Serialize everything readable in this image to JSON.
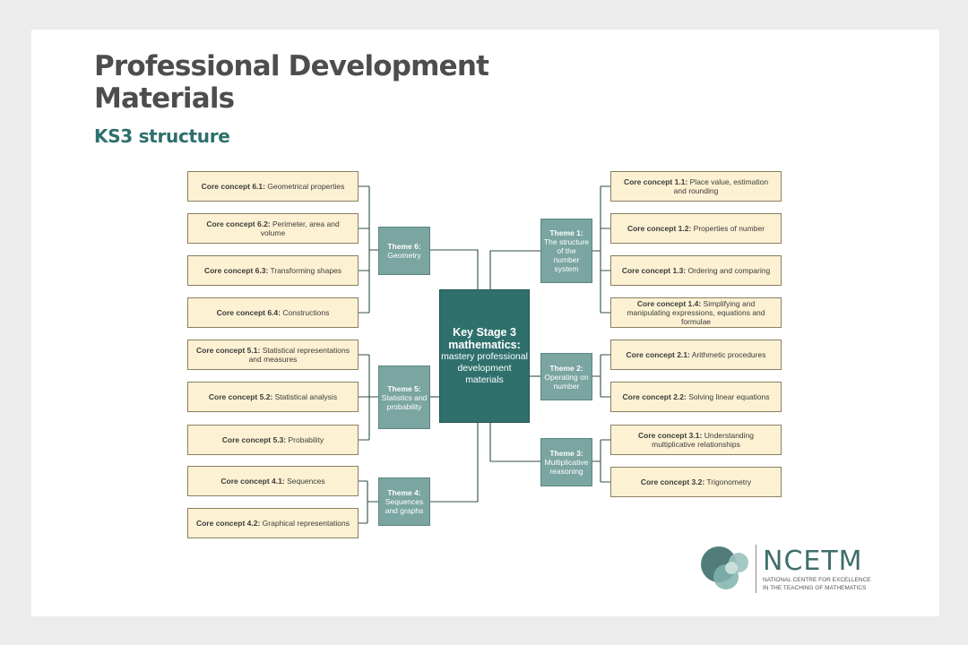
{
  "header": {
    "title": "Professional Development Materials",
    "subtitle": "KS3 structure"
  },
  "center": {
    "title": "Key Stage 3 mathematics:",
    "sub": "mastery professional development materials"
  },
  "themes": [
    {
      "bold": "Theme 1:",
      "text": "The structure of the number system"
    },
    {
      "bold": "Theme 2:",
      "text": "Operating on number"
    },
    {
      "bold": "Theme 3:",
      "text": "Multiplicative reasoning"
    },
    {
      "bold": "Theme 4:",
      "text": "Sequences and graphs"
    },
    {
      "bold": "Theme 5:",
      "text": "Statistics and probability"
    },
    {
      "bold": "Theme 6:",
      "text": "Geometry"
    }
  ],
  "concepts": [
    {
      "bold": "Core concept 1.1:",
      "text": "Place value, estimation and rounding"
    },
    {
      "bold": "Core concept 1.2:",
      "text": "Properties of number"
    },
    {
      "bold": "Core concept 1.3:",
      "text": "Ordering and comparing"
    },
    {
      "bold": "Core concept 1.4:",
      "text": "Simplifying and manipulating expressions, equations and formulae"
    },
    {
      "bold": "Core concept 2.1:",
      "text": "Arithmetic procedures"
    },
    {
      "bold": "Core concept 2.2:",
      "text": "Solving linear equations"
    },
    {
      "bold": "Core concept 3.1:",
      "text": "Understanding multiplicative relationships"
    },
    {
      "bold": "Core concept 3.2:",
      "text": "Trigonometry"
    },
    {
      "bold": "Core concept 4.1:",
      "text": "Sequences"
    },
    {
      "bold": "Core concept 4.2:",
      "text": "Graphical representations"
    },
    {
      "bold": "Core concept 5.1:",
      "text": "Statistical representations and measures"
    },
    {
      "bold": "Core concept 5.2:",
      "text": "Statistical analysis"
    },
    {
      "bold": "Core concept 5.3:",
      "text": "Probability"
    },
    {
      "bold": "Core concept 6.1:",
      "text": "Geometrical properties"
    },
    {
      "bold": "Core concept 6.2:",
      "text": "Perimeter, area and volume"
    },
    {
      "bold": "Core concept 6.3:",
      "text": "Transforming shapes"
    },
    {
      "bold": "Core concept 6.4:",
      "text": "Constructions"
    }
  ],
  "logo": {
    "wordmark": "NCETM",
    "line1": "NATIONAL CENTRE FOR EXCELLENCE",
    "line2": "IN THE TEACHING OF MATHEMATICS"
  },
  "colors": {
    "concept_fill": "#fcf1d3",
    "theme_fill": "#7aa5a1",
    "center_fill": "#2f706d",
    "title_text": "#4d4d4f",
    "accent": "#2e6f6d"
  }
}
